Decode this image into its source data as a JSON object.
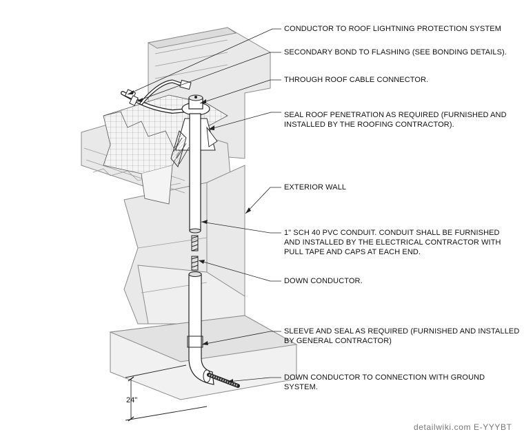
{
  "labels": {
    "conductor_to_roof": "CONDUCTOR TO ROOF LIGHTNING PROTECTION SYSTEM",
    "secondary_bond": "SECONDARY BOND TO FLASHING (SEE BONDING DETAILS).",
    "through_roof_connector": "THROUGH ROOF CABLE CONNECTOR.",
    "seal_roof_line1": "SEAL ROOF PENETRATION AS REQUIRED (FURNISHED AND",
    "seal_roof_line2": "INSTALLED BY THE ROOFING CONTRACTOR).",
    "exterior_wall": "EXTERIOR WALL",
    "pvc_line1": "1\" SCH 40 PVC CONDUIT.  CONDUIT SHALL BE FURNISHED",
    "pvc_line2": "AND INSTALLED BY THE ELECTRICAL CONTRACTOR WITH",
    "pvc_line3": "PULL TAPE AND CAPS AT EACH END.",
    "down_conductor": "DOWN CONDUCTOR.",
    "sleeve_line1": "SLEEVE AND SEAL AS REQUIRED (FURNISHED AND INSTALLED",
    "sleeve_line2": "BY GENERAL CONTRACTOR)",
    "ground_line1": "DOWN CONDUCTOR TO CONNECTION WITH GROUND",
    "ground_line2": "SYSTEM."
  },
  "dimension": "24\"",
  "footer": "detailwiki.com  E-YYYBT",
  "colors": {
    "line": "#222222",
    "wall_shade": "#e9e9e9",
    "wall_edge": "#8a8a8a",
    "conduit_fill": "#ffffff",
    "footer_text": "#777777"
  }
}
